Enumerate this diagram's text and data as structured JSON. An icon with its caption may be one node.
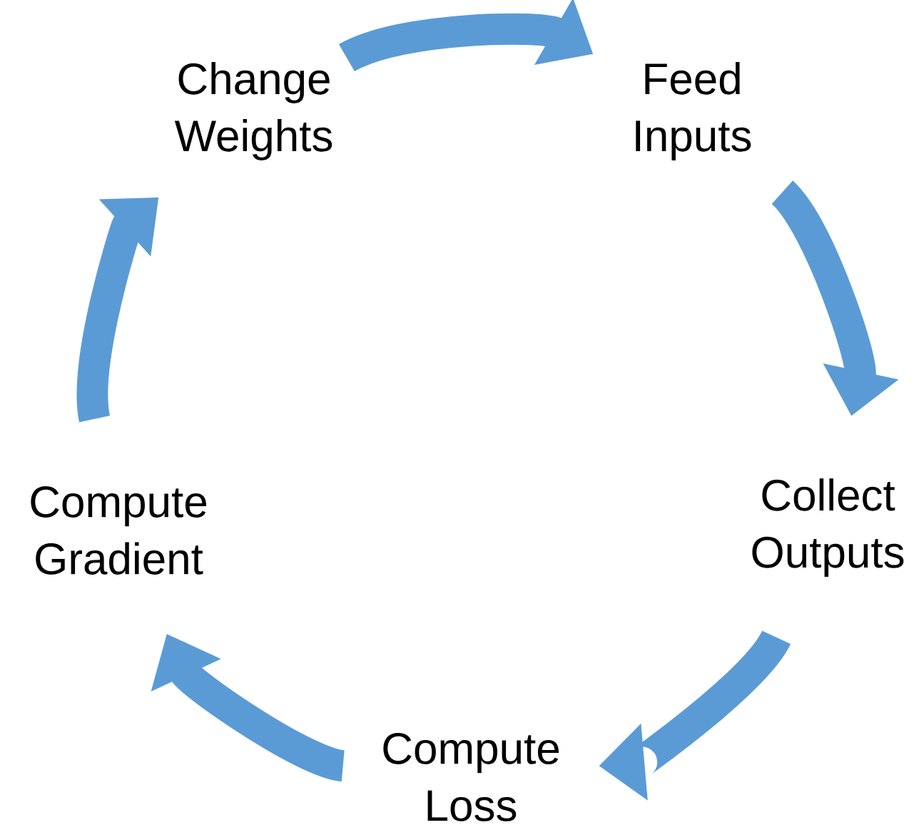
{
  "diagram": {
    "nodes": [
      {
        "text": [
          "Change Weights"
        ]
      },
      {
        "text": [
          "Feed Inputs"
        ]
      },
      {
        "text": [
          "Collect Outputs"
        ]
      },
      {
        "text": [
          "Compute Loss"
        ]
      },
      {
        "text": [
          "Compute Gradient"
        ]
      }
    ],
    "edges": [
      {
        "from": 0,
        "to": 1,
        "arrow": "to"
      },
      {
        "from": 1,
        "to": 2,
        "arrow": "to"
      },
      {
        "from": 2,
        "to": 3,
        "arrow": "to"
      },
      {
        "from": 3,
        "to": 4,
        "arrow": "to"
      },
      {
        "from": 4,
        "to": 0,
        "arrow": "to"
      }
    ]
  }
}
